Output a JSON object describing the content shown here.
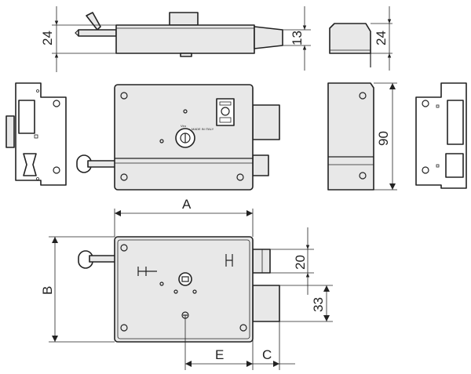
{
  "dimensions": {
    "top_height": "24",
    "top_bolt_height": "13",
    "side_top_height": "24",
    "side_height": "90",
    "width_a": "A",
    "height_b": "B",
    "bolt_20": "20",
    "bolt_33": "33",
    "distance_e": "E",
    "distance_c": "C"
  },
  "labels": {
    "brand": "Viro",
    "brand_sub": "MADE IN ITALY"
  },
  "colors": {
    "line": "#222222",
    "body_fill": "#e8e8e8",
    "background": "#ffffff"
  }
}
